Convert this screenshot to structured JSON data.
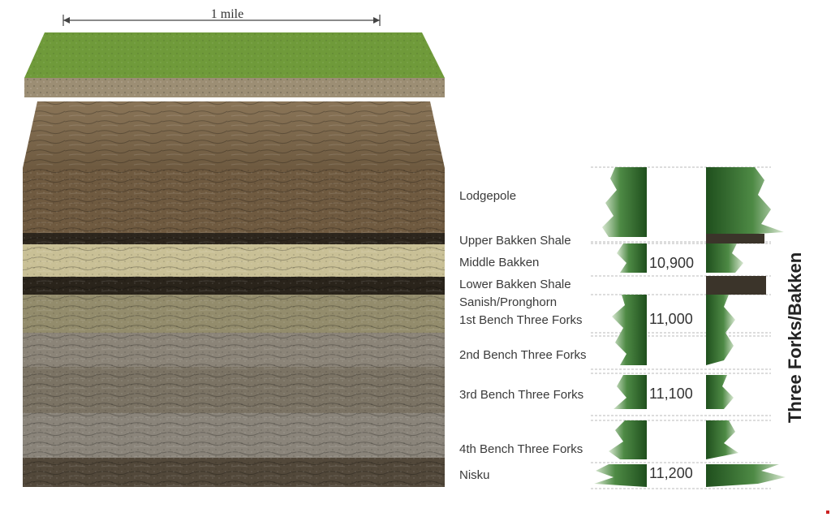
{
  "scale_label": "1 mile",
  "title": "Three Forks/Bakken",
  "formations": [
    {
      "name": "Lodgepole"
    },
    {
      "name": "Upper Bakken Shale"
    },
    {
      "name": "Middle Bakken"
    },
    {
      "name": "Lower Bakken Shale"
    },
    {
      "name": "Sanish/Pronghorn"
    },
    {
      "name": "1st Bench Three Forks"
    },
    {
      "name": "2nd Bench Three Forks"
    },
    {
      "name": "3rd Bench Three Forks"
    },
    {
      "name": "4th Bench Three Forks"
    },
    {
      "name": "Nisku"
    }
  ],
  "depths": [
    "10,900",
    "11,000",
    "11,100",
    "11,200"
  ],
  "colors": {
    "log_fill": "#2f6a2c",
    "grass": "#6f9a3a",
    "soil": "#7a6548",
    "dark_shale": "#2d261d"
  },
  "icons": [
    "double-arrow-icon"
  ]
}
